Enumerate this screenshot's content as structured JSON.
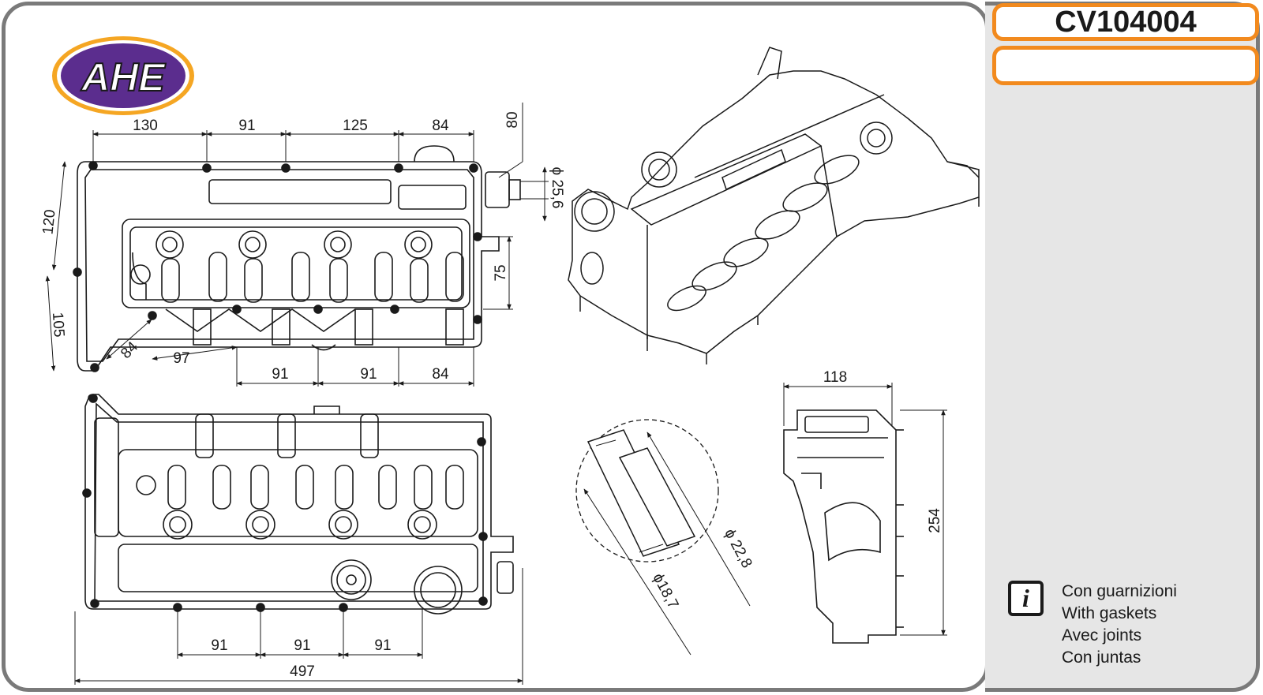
{
  "brand": {
    "logo_text": "AHE",
    "primary_color": "#5b2d8e",
    "accent_color": "#f5a623"
  },
  "part": {
    "code": "CV104004",
    "secondary_code": ""
  },
  "notes": {
    "items": [
      "Con guarnizioni",
      "With gaskets",
      "Avec joints",
      "Con juntas"
    ]
  },
  "dimensions": {
    "top_view": {
      "top_segments": [
        "130",
        "91",
        "125",
        "84"
      ],
      "height_left_upper": "120",
      "height_left_lower": "105",
      "diag_small": "84",
      "offset": "97",
      "bottom_segments": [
        "91",
        "91",
        "84"
      ],
      "right_height": "75",
      "port_height": "80",
      "port_diameter": "ϕ 25,6"
    },
    "bottom_view": {
      "segments": [
        "91",
        "91",
        "91"
      ],
      "total_length": "497"
    },
    "detail": {
      "outer_diameter": "ϕ 22,8",
      "inner_diameter": "ϕ18,7"
    },
    "side_view": {
      "width": "118",
      "height": "254"
    }
  },
  "colors": {
    "frame": "#7a7a7a",
    "highlight": "#f28a1e",
    "sidebar_bg": "#e6e6e6",
    "line": "#1a1a1a"
  }
}
